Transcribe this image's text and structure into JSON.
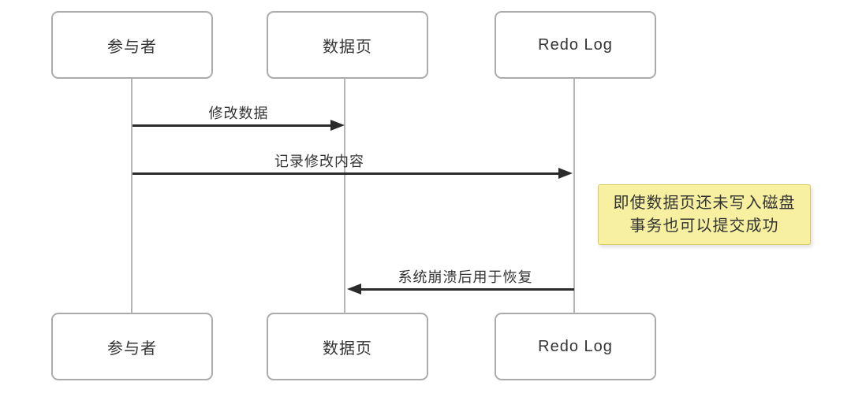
{
  "diagram": {
    "type": "sequence-diagram",
    "participants_top": [
      {
        "label": "参与者"
      },
      {
        "label": "数据页"
      },
      {
        "label": "Redo Log"
      }
    ],
    "participants_bottom": [
      {
        "label": "参与者"
      },
      {
        "label": "数据页"
      },
      {
        "label": "Redo Log"
      }
    ],
    "messages": [
      {
        "label": "修改数据",
        "from": "参与者",
        "to": "数据页",
        "direction": "right"
      },
      {
        "label": "记录修改内容",
        "from": "参与者",
        "to": "Redo Log",
        "direction": "right"
      },
      {
        "label": "系统崩溃后用于恢复",
        "from": "Redo Log",
        "to": "数据页",
        "direction": "left"
      }
    ],
    "note": {
      "lines": [
        "即使数据页还未写入磁盘",
        "事务也可以提交成功"
      ]
    },
    "colors": {
      "background": "#ffffff",
      "box_border": "#ababab",
      "lifeline": "#b5b5b5",
      "arrow": "#2b2b2b",
      "text": "#333333",
      "note_bg": "#f7f0a0",
      "note_border": "#d9c968"
    }
  }
}
